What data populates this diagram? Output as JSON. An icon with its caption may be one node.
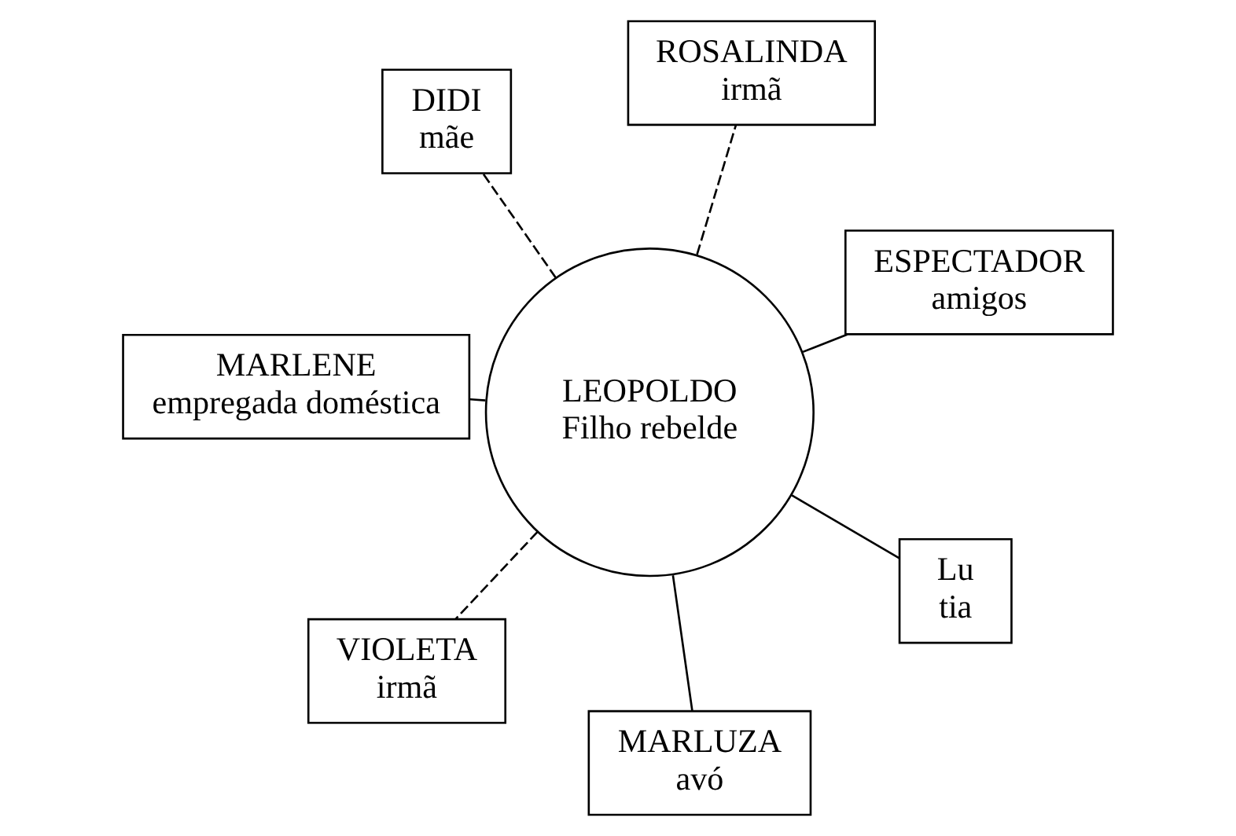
{
  "diagram": {
    "nodes": [
      {
        "text": [
          "DIDI",
          "mãe"
        ]
      },
      {
        "text": [
          "ESPECTADOR",
          "amigos"
        ]
      },
      {
        "text": [
          "MARLUZA",
          "avó"
        ]
      },
      {
        "text": [
          "LEOPOLDO",
          "Filho rebelde"
        ]
      },
      {
        "text": [
          "ROSALINDA",
          "irmã"
        ]
      },
      {
        "text": [
          "MARLENE",
          "empregada doméstica"
        ]
      },
      {
        "text": [
          "VIOLETA",
          "irmã"
        ]
      },
      {
        "text": [
          "Lu",
          "tia"
        ]
      }
    ],
    "edges": [
      {
        "from": 3,
        "to": 0,
        "arrow": "none",
        "style": "dashed"
      },
      {
        "from": 3,
        "to": 1,
        "arrow": "none"
      },
      {
        "from": 3,
        "to": 2,
        "arrow": "none"
      },
      {
        "from": 3,
        "to": 4,
        "arrow": "none",
        "style": "dashed"
      },
      {
        "from": 3,
        "to": 5,
        "arrow": "none"
      },
      {
        "from": 3,
        "to": 6,
        "arrow": "none",
        "style": "dashed"
      },
      {
        "from": 3,
        "to": 7,
        "arrow": "none"
      }
    ]
  }
}
